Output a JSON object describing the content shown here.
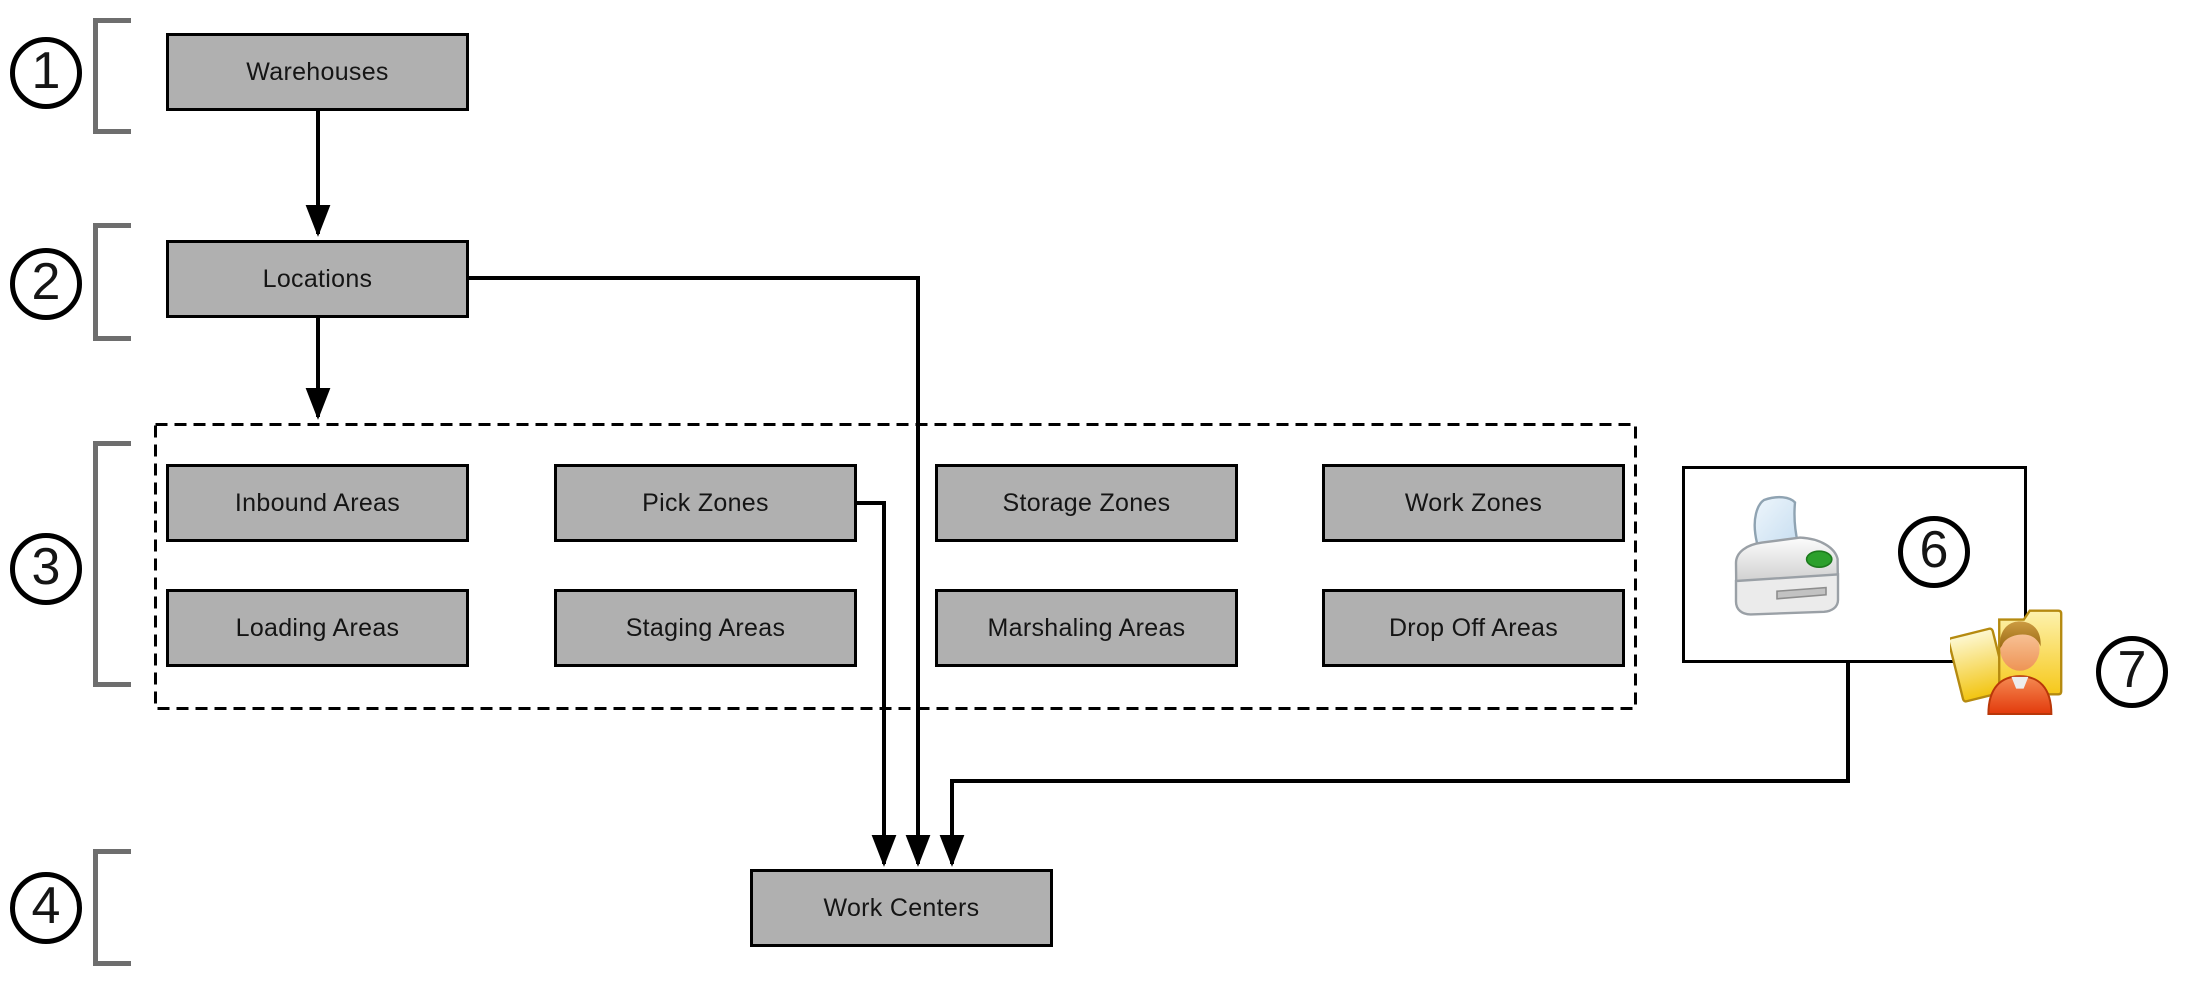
{
  "nodes": {
    "warehouses": "Warehouses",
    "locations": "Locations",
    "work_centers": "Work Centers"
  },
  "zones": {
    "inbound": "Inbound Areas",
    "pick": "Pick Zones",
    "storage": "Storage Zones",
    "work": "Work Zones",
    "loading": "Loading Areas",
    "staging": "Staging Areas",
    "marshaling": "Marshaling Areas",
    "dropoff": "Drop Off Areas"
  },
  "badges": {
    "b1": "1",
    "b2": "2",
    "b3": "3",
    "b4": "4",
    "b6": "6",
    "b7": "7"
  },
  "icons": {
    "printer": "printer-icon",
    "user_folders": "user-folders-icon"
  },
  "colors": {
    "canvas": "#ffffff",
    "node_fill": "#b0b0b0",
    "node_border": "#000000",
    "connector": "#000000",
    "bracket_gray": "#6e6e6e",
    "printer_button_green": "#2ca02c",
    "folder_yellow": "#f5c41c",
    "person_orange": "#e8491d",
    "paper_blue": "#d9eaf7"
  }
}
